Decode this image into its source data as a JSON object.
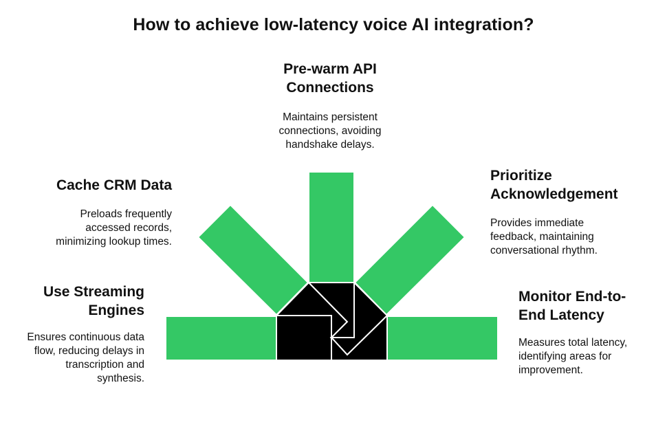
{
  "title": "How to achieve low-latency voice AI integration?",
  "colors": {
    "ray": "#34c865",
    "hub": "#000000",
    "outline": "#ffffff",
    "text": "#111111"
  },
  "items": [
    {
      "id": "cache",
      "heading": "Cache CRM Data",
      "description": "Preloads frequently\naccessed records,\nminimizing lookup times."
    },
    {
      "id": "stream",
      "heading": "Use Streaming\nEngines",
      "description": "Ensures continuous data\nflow, reducing delays in\ntranscription and\nsynthesis."
    },
    {
      "id": "prewarm",
      "heading": "Pre-warm API\nConnections",
      "description": "Maintains persistent\nconnections, avoiding\nhandshake delays."
    },
    {
      "id": "prio",
      "heading": "Prioritize\nAcknowledgement",
      "description": "Provides immediate\nfeedback, maintaining\nconversational rhythm."
    },
    {
      "id": "monitor",
      "heading": "Monitor End-to-\nEnd Latency",
      "description": "Measures total latency,\nidentifying areas for\nimprovement."
    }
  ]
}
